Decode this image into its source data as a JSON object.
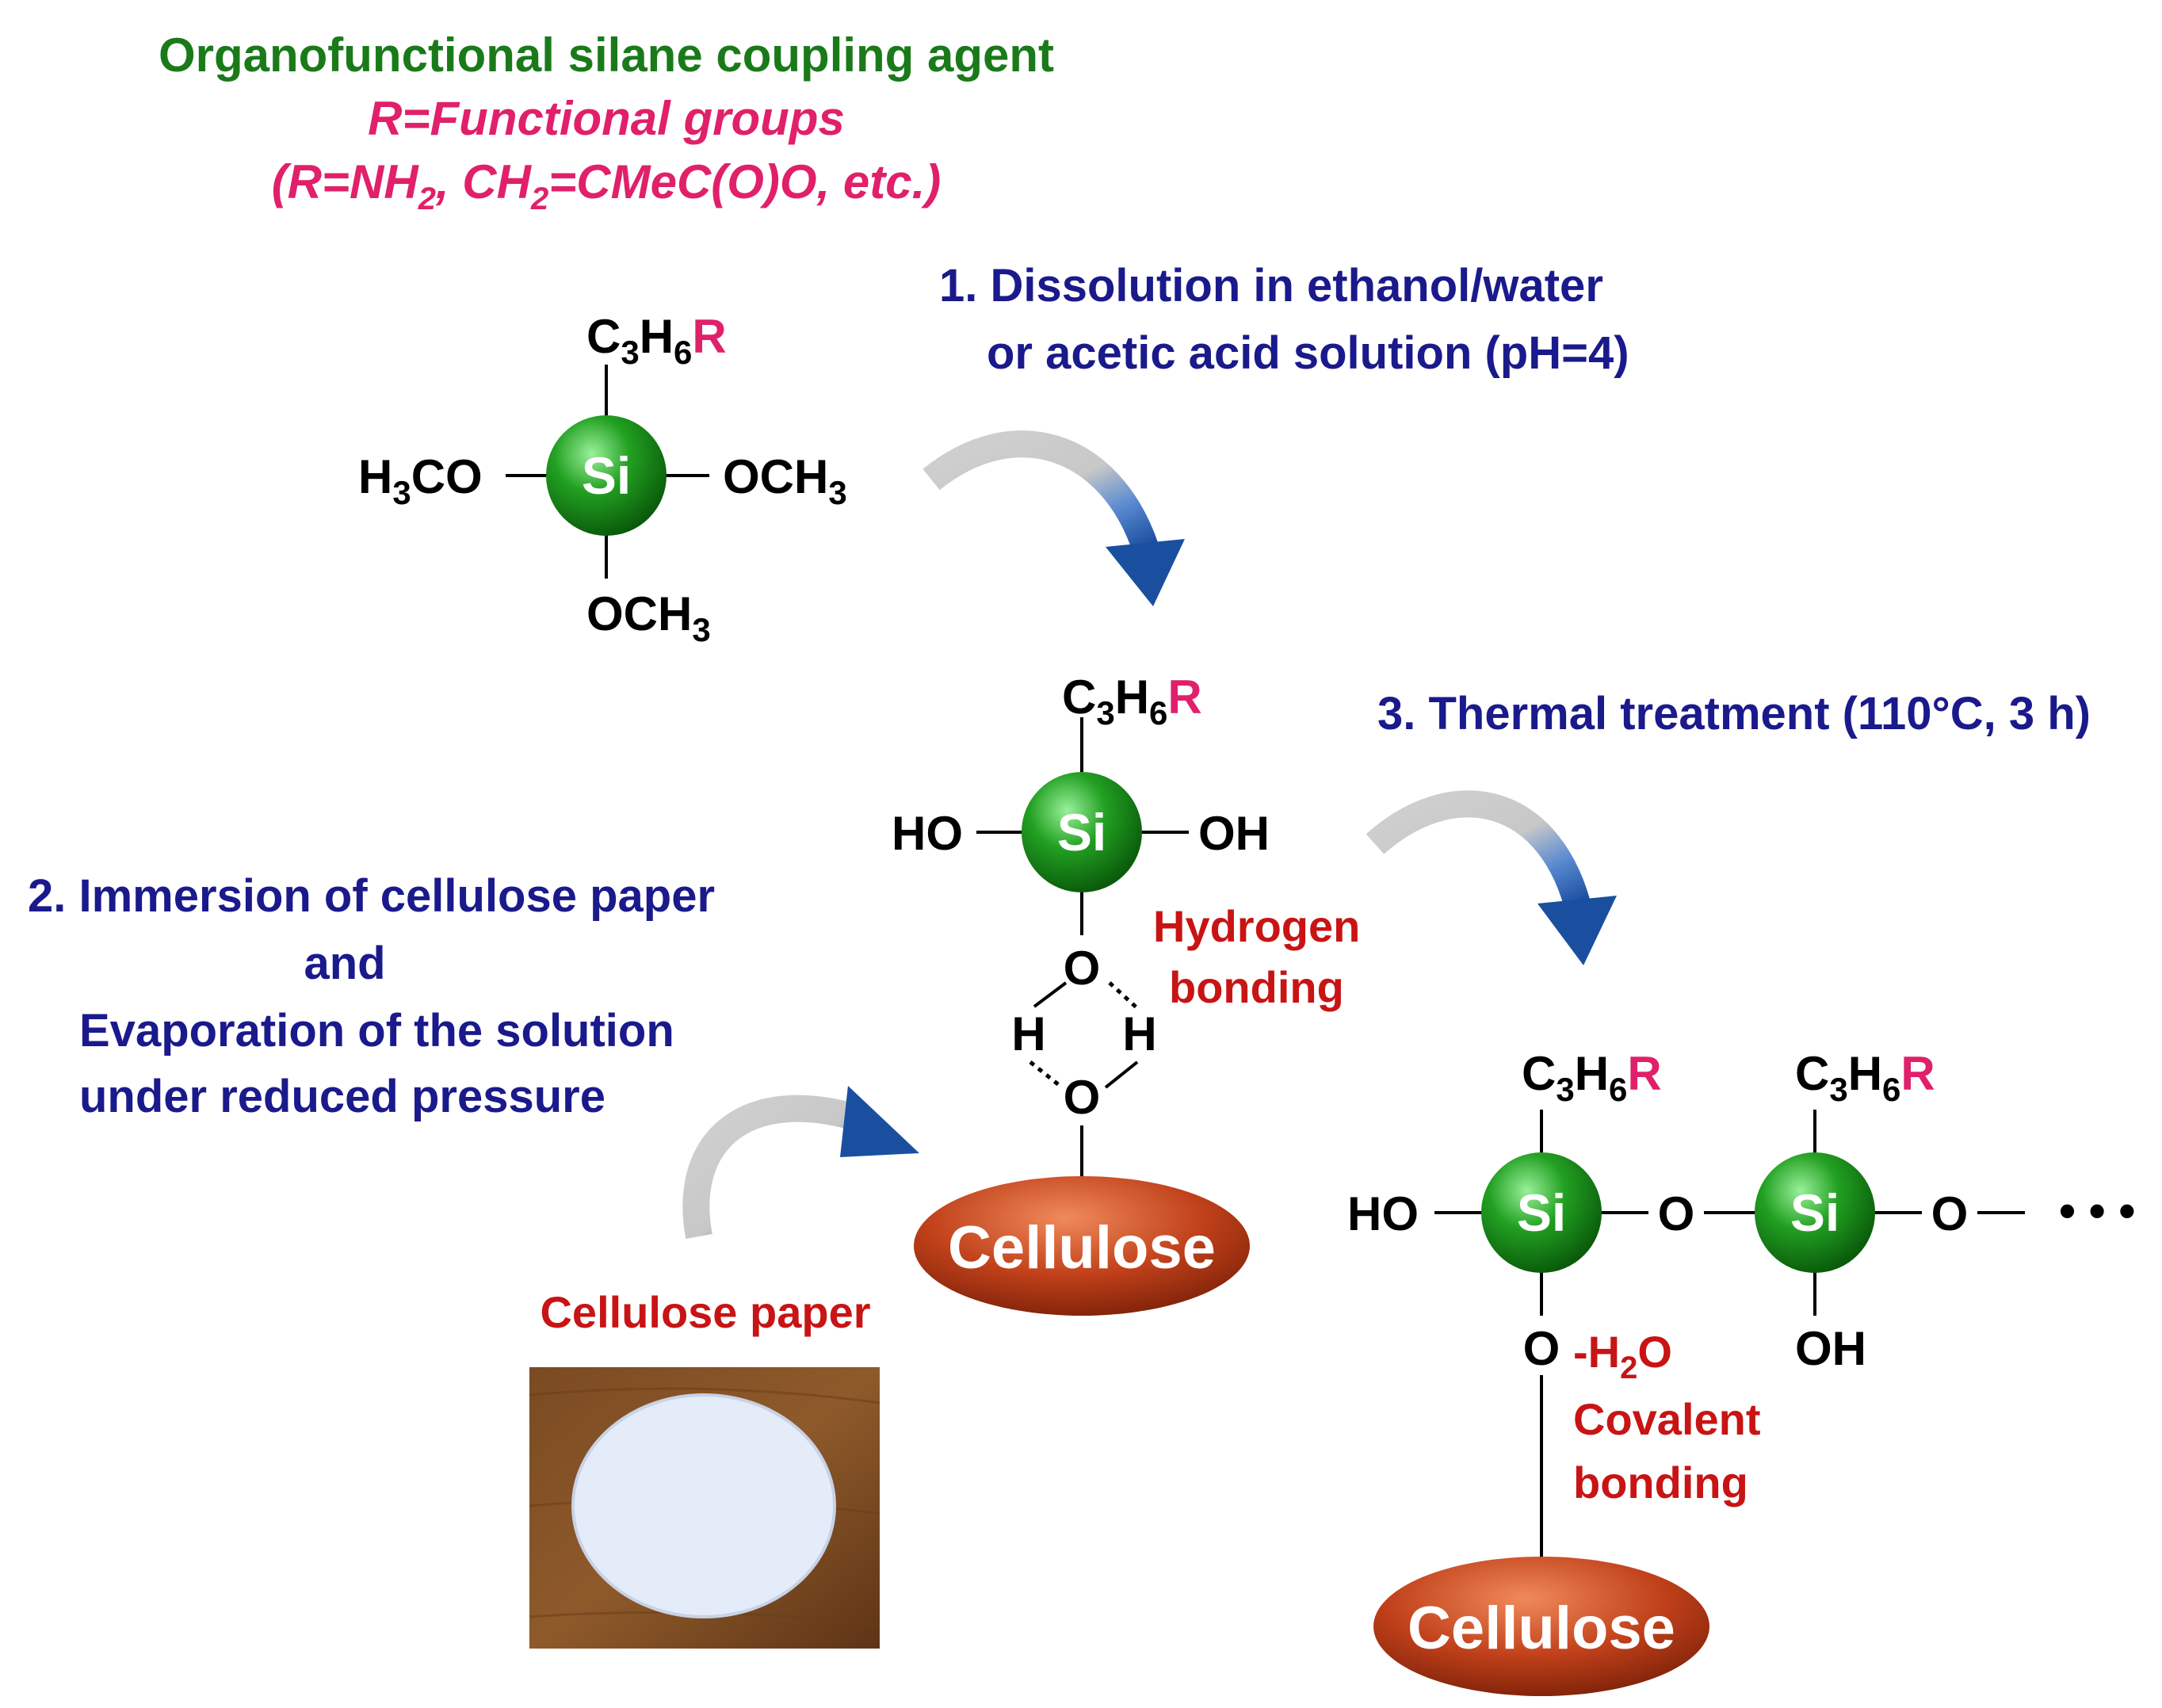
{
  "header": {
    "title": "Organofunctional silane coupling agent",
    "subtitle": "R=Functional groups",
    "examples_prefix": "(R=NH",
    "examples_mid1": ", CH",
    "examples_mid2": "=CMeC(O)O, etc.)",
    "sub2": "2"
  },
  "steps": {
    "step1_line1": "1. Dissolution in ethanol/water",
    "step1_line2": "or acetic acid solution (pH=4)",
    "step2_line1": "2. Immersion of cellulose paper",
    "step2_line2": "and",
    "step2_line3": "Evaporation of the solution",
    "step2_line4": "under reduced pressure",
    "step3": "3. Thermal treatment (110°C, 3 h)"
  },
  "atoms": {
    "si": "Si",
    "c": "C",
    "h": "H",
    "r": "R",
    "sub3": "3",
    "sub6": "6",
    "h3co": "CO",
    "och": "OCH",
    "ho": "HO",
    "oh": "OH",
    "o": "O",
    "dots": "• • •"
  },
  "labels": {
    "hydrogen_bonding_1": "Hydrogen",
    "hydrogen_bonding_2": "bonding",
    "cellulose": "Cellulose",
    "cellulose_paper": "Cellulose paper",
    "minus_h2o_prefix": "-H",
    "minus_h2o_sub": "2",
    "minus_h2o_suffix": "O",
    "covalent_1": "Covalent",
    "covalent_2": "bonding"
  },
  "colors": {
    "title_green": "#1a7a1a",
    "pink_r": "#e0206a",
    "step_navy": "#1a1a8c",
    "label_red": "#c81414",
    "si_green": "#22a022",
    "cellulose_orange": "#c0401a",
    "arrow_gray": "#c8c8c8",
    "arrow_blue": "#2a5fb0"
  }
}
